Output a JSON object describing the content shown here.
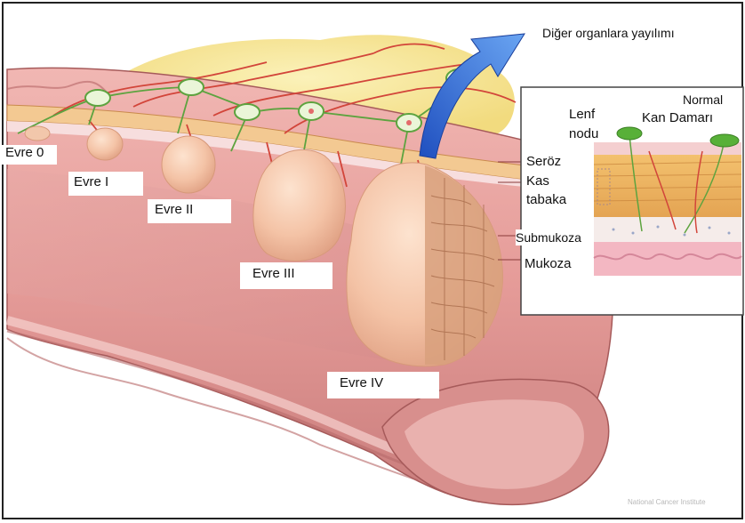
{
  "stages": {
    "stage0": "Evre 0",
    "stage1": "Evre I",
    "stage2": "Evre II",
    "stage3": "Evre III",
    "stage4": "Evre IV"
  },
  "spread_label": "Diğer organlara yayılımı",
  "inset": {
    "lymph_node_line1": "Lenf",
    "lymph_node_line2": "nodu",
    "normal_label": "Normal",
    "blood_vessel_label": "Kan Damarı",
    "blood_vessel_label_partial": "Kan Damarı",
    "layers": {
      "serosa": "Seröz",
      "muscle_line1": "Kas",
      "muscle_line2": "tabaka",
      "submucosa": "Submukoza",
      "mucosa": "Mukoza"
    }
  },
  "credit": "National Cancer Institute",
  "colors": {
    "colon_pink": "#e9a3a0",
    "colon_dark": "#c4706f",
    "tumor": "#f2c0a4",
    "fat_yellow": "#f4e08c",
    "vessel_red": "#d2453a",
    "lymph_green": "#5da33f",
    "arrow_blue": "#2d6bd8"
  }
}
